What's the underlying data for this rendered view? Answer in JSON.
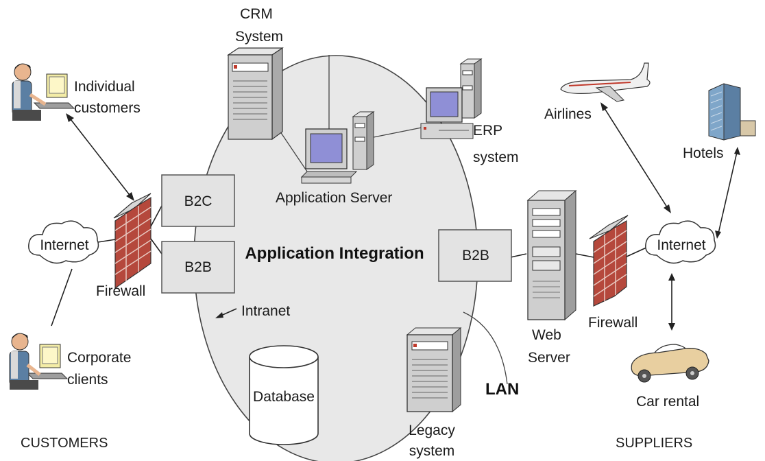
{
  "labels": {
    "crm_line1": "CRM",
    "crm_line2": "System",
    "individual_line1": "Individual",
    "individual_line2": "customers",
    "erp_line1": "ERP",
    "erp_line2": "system",
    "airlines": "Airlines",
    "hotels": "Hotels",
    "application_server": "Application Server",
    "internet_left": "Internet",
    "internet_right": "Internet",
    "firewall_left": "Firewall",
    "firewall_right": "Firewall",
    "b2c": "B2C",
    "b2b_left": "B2B",
    "b2b_right": "B2B",
    "application_integration": "Application Integration",
    "intranet": "Intranet",
    "corporate_line1": "Corporate",
    "corporate_line2": "clients",
    "database": "Database",
    "lan": "LAN",
    "legacy_line1": "Legacy",
    "legacy_line2": "system",
    "web_line1": "Web",
    "web_line2": "Server",
    "car_rental": "Car rental",
    "customers": "CUSTOMERS",
    "suppliers": "SUPPLIERS"
  },
  "colors": {
    "brick": "#b5483c",
    "box_fill": "#e3e3e3",
    "server_fill": "#cfcfcf",
    "screen": "#8f8fd6",
    "building": "#5b7fa3"
  }
}
